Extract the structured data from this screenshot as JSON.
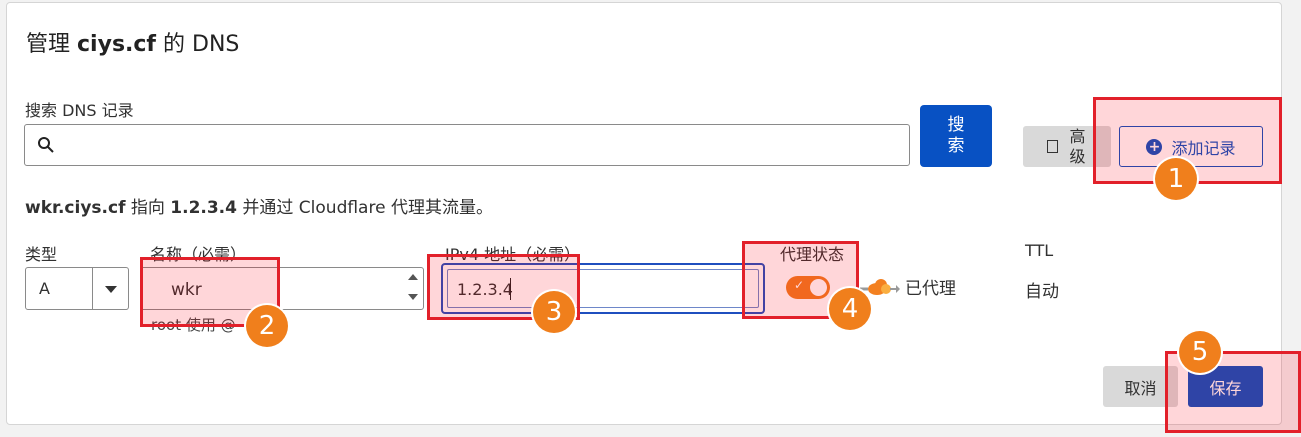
{
  "dialog": {
    "title_prefix": "管理",
    "title_domain": "ciys.cf",
    "title_suffix": "的 DNS"
  },
  "search": {
    "label": "搜索 DNS 记录",
    "value": "",
    "button_label": "搜索"
  },
  "toolbar": {
    "advanced_label": "高级",
    "add_record_label": "添加记录"
  },
  "description": {
    "host": "wkr.ciys.cf",
    "text1": "指向",
    "ip": "1.2.3.4",
    "text2": "并通过 Cloudflare 代理其流量。"
  },
  "form": {
    "type_label": "类型",
    "type_value": "A",
    "name_label": "名称（必需）",
    "name_value": "wkr",
    "name_help": "root 使用 @",
    "ipv4_label": "IPv4 地址（必需）",
    "ipv4_value": "1.2.3.4",
    "proxy_label": "代理状态",
    "proxy_status": "已代理",
    "ttl_label": "TTL",
    "ttl_value": "自动"
  },
  "actions": {
    "cancel_label": "取消",
    "save_label": "保存"
  },
  "annotations": [
    "1",
    "2",
    "3",
    "4",
    "5"
  ],
  "colors": {
    "primary": "#0851c3",
    "proxy_orange": "#ef7d22",
    "highlight_red": "#e2202a",
    "badge_orange": "#f07f1c"
  }
}
